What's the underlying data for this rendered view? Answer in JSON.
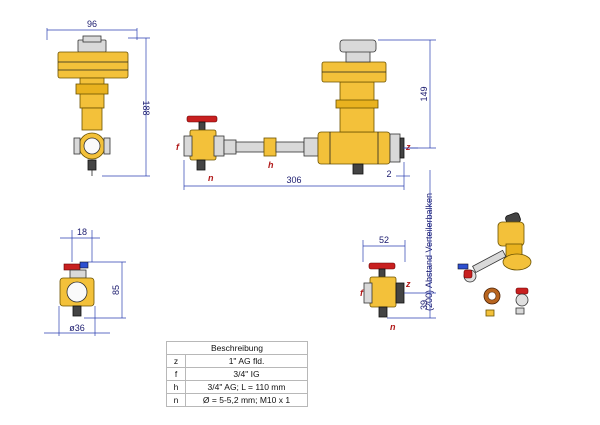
{
  "dimensions": {
    "w96": "96",
    "h188": "188",
    "h149": "149",
    "w306": "306",
    "d2": "2",
    "w18": "18",
    "h85": "85",
    "dia36": "ø36",
    "w52": "52",
    "h39": "39"
  },
  "labels": {
    "f": "f",
    "h": "h",
    "z": "z",
    "n": "n"
  },
  "vertical_note": "(200)  Abstand Verteilerbalken",
  "spec_table": {
    "header": "Beschreibung",
    "rows": [
      {
        "key": "z",
        "value": "1\" AG fld."
      },
      {
        "key": "f",
        "value": "3/4\" IG"
      },
      {
        "key": "h",
        "value": "3/4\" AG; L = 110 mm"
      },
      {
        "key": "n",
        "value": "Ø = 5-5,2 mm; M10 x 1"
      }
    ]
  },
  "colors": {
    "dimension_line": "#2b3fb0",
    "label": "#b01818",
    "brass": "#f3c13a",
    "handle_red": "#c82020",
    "handle_blue": "#2d4fd0"
  }
}
